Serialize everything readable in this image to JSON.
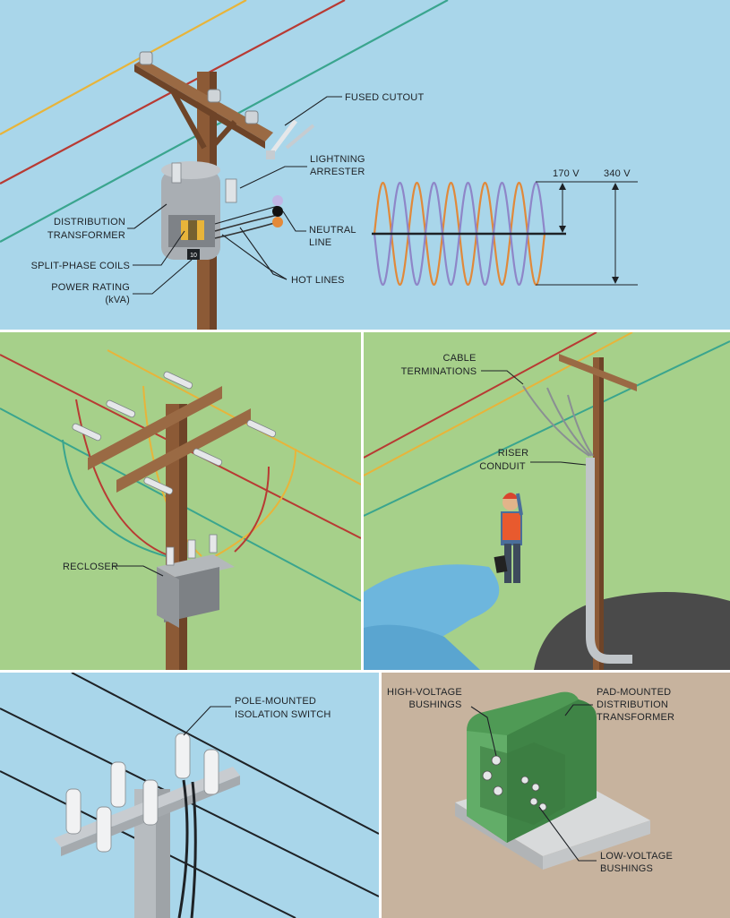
{
  "colors": {
    "sky": "#a9d6ea",
    "grass": "#a6d08a",
    "sand": "#c7b39e",
    "wood": "#8c5a36",
    "phase_a": "#e8b43a",
    "phase_b": "#b83a33",
    "phase_c": "#3aa58e",
    "waveform_a": "#e0893a",
    "waveform_b": "#8e86c8",
    "pad_transformer": "#4f9a55",
    "hard_hat": "#d9442e",
    "vest": "#e85a2e"
  },
  "panels": {
    "transformer": {
      "labels": {
        "fused_cutout": "FUSED CUTOUT",
        "lightning": "LIGHTNING",
        "arrester": "ARRESTER",
        "distribution": "DISTRIBUTION",
        "transformer": "TRANSFORMER",
        "neutral": "NEUTRAL",
        "line": "LINE",
        "split_phase": "SPLIT-PHASE COILS",
        "power_rating": "POWER RATING",
        "kva": "(kVA)",
        "hot_lines": "HOT LINES",
        "rating_value": "10"
      },
      "waveform": {
        "phase_voltage": "170 V",
        "peak_to_peak": "340 V",
        "cycles": 5
      }
    },
    "recloser": {
      "label": "RECLOSER"
    },
    "riser": {
      "cable_1": "CABLE",
      "cable_2": "TERMINATIONS",
      "riser_1": "RISER",
      "riser_2": "CONDUIT"
    },
    "switch": {
      "label_1": "POLE-MOUNTED",
      "label_2": "ISOLATION SWITCH"
    },
    "pad": {
      "hv_1": "HIGH-VOLTAGE",
      "hv_2": "BUSHINGS",
      "pad_1": "PAD-MOUNTED",
      "pad_2": "DISTRIBUTION",
      "pad_3": "TRANSFORMER",
      "lv_1": "LOW-VOLTAGE",
      "lv_2": "BUSHINGS"
    }
  }
}
